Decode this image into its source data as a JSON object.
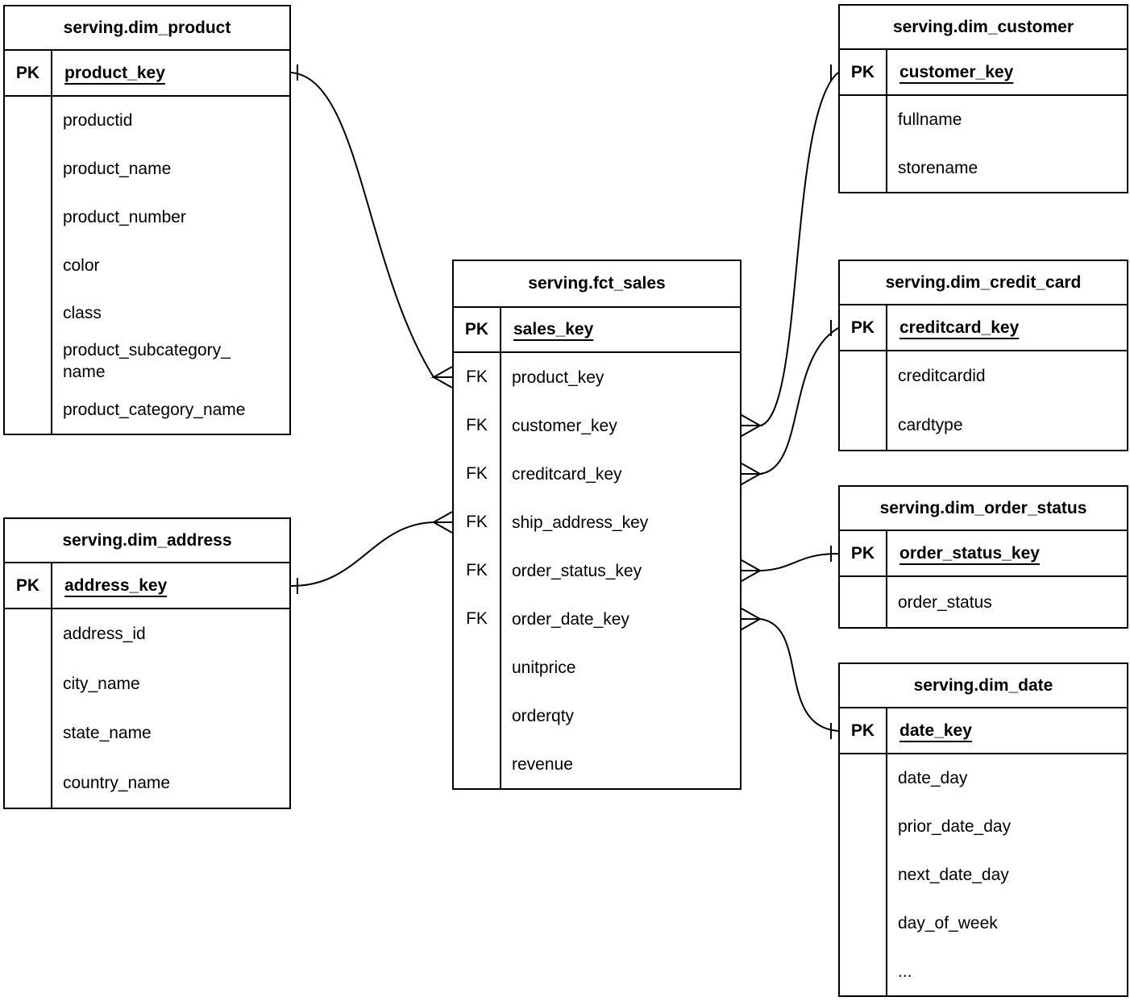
{
  "diagram_type": "entity-relationship",
  "colors": {
    "background": "#ffffff",
    "line": "#000000",
    "text": "#000000",
    "entity_fill": "#ffffff"
  },
  "tables": [
    {
      "name": "serving.dim_product",
      "pk": {
        "key": "PK",
        "field": "product_key"
      },
      "fields": [
        {
          "key": "",
          "label": "productid"
        },
        {
          "key": "",
          "label": "product_name"
        },
        {
          "key": "",
          "label": "product_number"
        },
        {
          "key": "",
          "label": "color"
        },
        {
          "key": "",
          "label": "class"
        },
        {
          "key": "",
          "label": "product_subcategory_\nname"
        },
        {
          "key": "",
          "label": "product_category_name"
        }
      ]
    },
    {
      "name": "serving.dim_customer",
      "pk": {
        "key": "PK",
        "field": "customer_key"
      },
      "fields": [
        {
          "key": "",
          "label": "fullname"
        },
        {
          "key": "",
          "label": "storename"
        }
      ]
    },
    {
      "name": "serving.fct_sales",
      "pk": {
        "key": "PK",
        "field": "sales_key"
      },
      "fields": [
        {
          "key": "FK",
          "label": "product_key"
        },
        {
          "key": "FK",
          "label": "customer_key"
        },
        {
          "key": "FK",
          "label": "creditcard_key"
        },
        {
          "key": "FK",
          "label": "ship_address_key"
        },
        {
          "key": "FK",
          "label": "order_status_key"
        },
        {
          "key": "FK",
          "label": "order_date_key"
        },
        {
          "key": "",
          "label": "unitprice"
        },
        {
          "key": "",
          "label": "orderqty"
        },
        {
          "key": "",
          "label": "revenue"
        }
      ]
    },
    {
      "name": "serving.dim_credit_card",
      "pk": {
        "key": "PK",
        "field": "creditcard_key"
      },
      "fields": [
        {
          "key": "",
          "label": "creditcardid"
        },
        {
          "key": "",
          "label": "cardtype"
        }
      ]
    },
    {
      "name": "serving.dim_order_status",
      "pk": {
        "key": "PK",
        "field": "order_status_key"
      },
      "fields": [
        {
          "key": "",
          "label": "order_status"
        }
      ]
    },
    {
      "name": "serving.dim_date",
      "pk": {
        "key": "PK",
        "field": "date_key"
      },
      "fields": [
        {
          "key": "",
          "label": "date_day"
        },
        {
          "key": "",
          "label": "prior_date_day"
        },
        {
          "key": "",
          "label": "next_date_day"
        },
        {
          "key": "",
          "label": "day_of_week"
        },
        {
          "key": "",
          "label": "..."
        }
      ]
    },
    {
      "name": "serving.dim_address",
      "pk": {
        "key": "PK",
        "field": "address_key"
      },
      "fields": [
        {
          "key": "",
          "label": "address_id"
        },
        {
          "key": "",
          "label": "city_name"
        },
        {
          "key": "",
          "label": "state_name"
        },
        {
          "key": "",
          "label": "country_name"
        }
      ]
    }
  ],
  "relationships": [
    {
      "from_table": "serving.fct_sales",
      "from_field": "product_key",
      "to_table": "serving.dim_product",
      "to_field": "product_key",
      "from_cardinality": "many",
      "to_cardinality": "one"
    },
    {
      "from_table": "serving.fct_sales",
      "from_field": "customer_key",
      "to_table": "serving.dim_customer",
      "to_field": "customer_key",
      "from_cardinality": "many",
      "to_cardinality": "one"
    },
    {
      "from_table": "serving.fct_sales",
      "from_field": "creditcard_key",
      "to_table": "serving.dim_credit_card",
      "to_field": "creditcard_key",
      "from_cardinality": "many",
      "to_cardinality": "one"
    },
    {
      "from_table": "serving.fct_sales",
      "from_field": "ship_address_key",
      "to_table": "serving.dim_address",
      "to_field": "address_key",
      "from_cardinality": "many",
      "to_cardinality": "one"
    },
    {
      "from_table": "serving.fct_sales",
      "from_field": "order_status_key",
      "to_table": "serving.dim_order_status",
      "to_field": "order_status_key",
      "from_cardinality": "many",
      "to_cardinality": "one"
    },
    {
      "from_table": "serving.fct_sales",
      "from_field": "order_date_key",
      "to_table": "serving.dim_date",
      "to_field": "date_key",
      "from_cardinality": "many",
      "to_cardinality": "one"
    }
  ]
}
